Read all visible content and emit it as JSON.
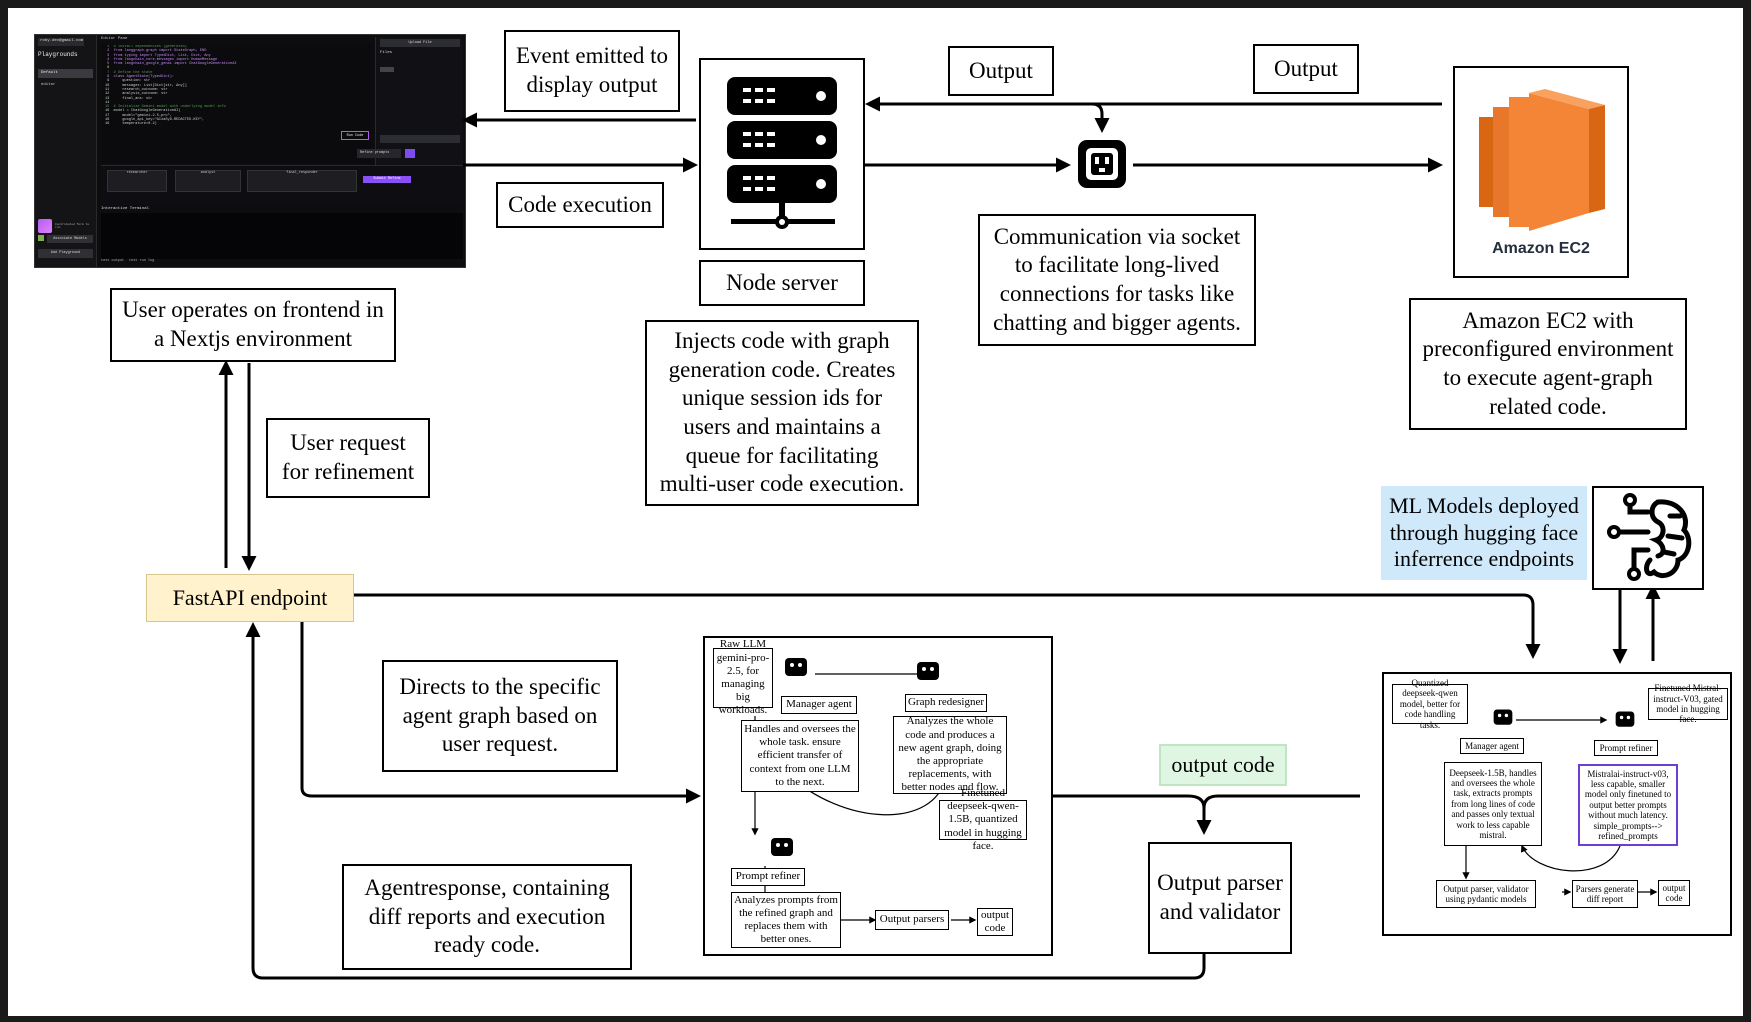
{
  "screenshot": {
    "email": "roby.dev@gmail.com",
    "sidebar_title": "Playgrounds",
    "sidebar_items": [
      "Default",
      "editor"
    ],
    "user_note": "Contributed form to run",
    "sidebar_buttons": [
      "Associate Models",
      "Add Playground"
    ],
    "editor_tab": "Editor Pane",
    "upload_label": "Upload File",
    "files_label": "Files",
    "run_button": "Run Code",
    "refine_select": "Refine prompts",
    "refine_button": "Submit Refine",
    "terminal_label": "Interactive Terminal",
    "terminal_tabs": [
      "test output",
      "test run log"
    ],
    "graph_nodes": [
      "researcher",
      "analyst",
      "final_responder"
    ],
    "code_lines": [
      "# Install dependencies (generated)",
      "from langgraph.graph import StateGraph, END",
      "from typing import TypedDict, List, Dict, Any",
      "from langchain_core.messages import HumanMessage",
      "from langchain_google_genai import ChatGoogleGenerativeAI",
      "",
      "# Define the state",
      "class AgentState(TypedDict):",
      "    question: str",
      "    messages: List[Dict[str, Any]]",
      "    research_outcome: str",
      "    analysis_outcome: str",
      "    final_ans: str",
      "",
      "# Initialize Gemini model with underlying model info",
      "model = ChatGoogleGenerativeAI(",
      "    model=\"gemini-2.5-pro\",",
      "    google_api_key=\"AIzaSyD-REDACTED-KEY\",",
      "    temperature=0.2)"
    ]
  },
  "labels": {
    "event_emitted": "Event emitted to display output",
    "code_execution": "Code execution",
    "output_1": "Output",
    "output_2": "Output",
    "node_server": "Node server",
    "node_server_desc": "Injects code with graph generation code. Creates unique session ids for users and maintains a queue for facilitating multi-user code execution.",
    "socket_desc": "Communication via socket to facilitate long-lived connections for tasks like chatting and bigger agents.",
    "ec2_logo_text": "Amazon EC2",
    "ec2_desc": "Amazon EC2 with preconfigured environment to execute agent-graph related code.",
    "user_frontend": "User operates on frontend in a Nextjs environment",
    "user_request": "User request for refinement",
    "fastapi": "FastAPI endpoint",
    "ml_models": "ML Models deployed through hugging face inferrence endpoints",
    "directs": "Directs to the specific agent graph based on user request.",
    "agent_response": "Agentresponse, containing diff reports and execution ready code.",
    "output_code": "output code",
    "output_parser": "Output parser and validator"
  },
  "left_graph": {
    "raw_llm": "Raw LLM gemini-pro-2.5, for managing big workloads.",
    "manager_agent": "Manager agent",
    "graph_redesigner": "Graph redesigner",
    "manager_desc": "Handles and oversees the whole task. ensure efficient transfer of context from one LLM to the next.",
    "redesigner_desc": "Analyzes the whole code and produces a new agent graph, doing the appropriate replacements, with better nodes and flow.",
    "finetuned_note": "Finetuned deepseek-qwen-1.5B, quantized model in hugging face.",
    "prompt_refiner": "Prompt refiner",
    "refiner_desc": "Analyzes prompts from the refined graph and replaces them with better ones.",
    "output_parsers": "Output parsers",
    "output_code": "output code"
  },
  "right_graph": {
    "quantized_note": "Quantized deepseek-qwen model, better for code handling tasks.",
    "finetuned_note": "Finetuned Mistral-instruct-V03, gated model in hugging face.",
    "manager_agent": "Manager agent",
    "prompt_refiner": "Prompt refiner",
    "manager_desc": "Deepseek-1.5B, handles and oversees the whole task, extracts prompts from long lines of code and passes only textual work to less capable mistral.",
    "refiner_desc": "Mistralai-instruct-v03, less capable, smaller model only finetuned to output better prompts without much latency. simple_prompts--> refined_prompts",
    "output_validator": "Output parser, validator using pydantic models",
    "diff_report": "Parsers generate diff report",
    "output_code": "output code"
  },
  "colors": {
    "ec2_orange": "#f58536",
    "ec2_text": "#232f3e",
    "fastapi_fill": "#fff2cc",
    "note_pink": "#f7cfd3",
    "note_yellow": "#fbf2c4",
    "note_green": "#dff7e2",
    "note_blue": "#cfe9fb",
    "refiner_border": "#6f3dd1"
  },
  "icons": [
    "server-icon",
    "socket-icon",
    "amazon-ec2-icon",
    "robot-icon",
    "brain-circuit-icon"
  ]
}
